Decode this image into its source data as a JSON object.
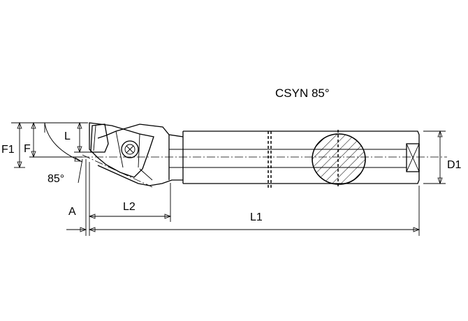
{
  "title": "CSYN 85°",
  "angle_label": "85°",
  "dimensions": {
    "F1": "F1",
    "F": "F",
    "L": "L",
    "A": "A",
    "L2": "L2",
    "L1": "L1",
    "D1": "D1"
  }
}
